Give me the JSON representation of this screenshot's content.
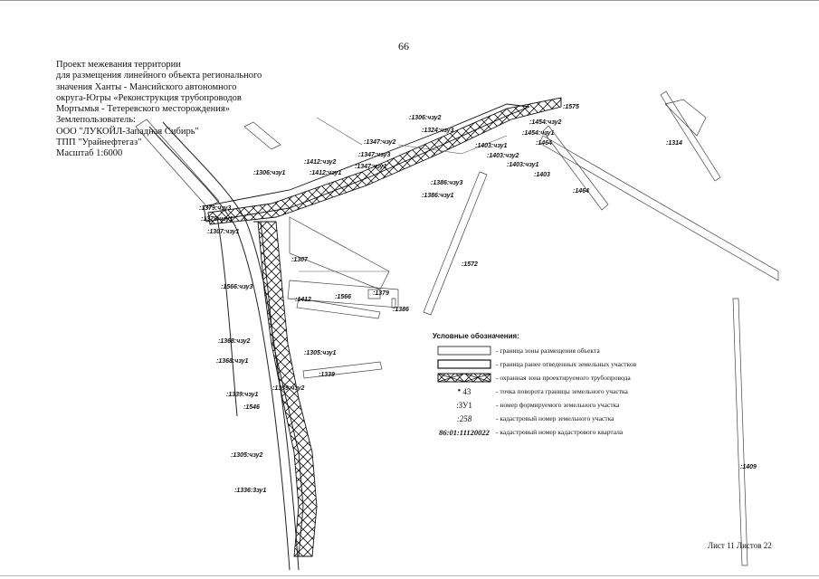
{
  "page_number": "66",
  "header": {
    "lines": [
      "Проект межевания территории",
      "для размещения линейного объекта регионального",
      "значения Ханты - Мансийского автономного",
      "округа-Югры «Реконструкция трубопроводов",
      "Мортымья - Тетеревского месторождения»",
      "Землепользователь:",
      "ООО \"ЛУКОЙЛ-Западная Сибирь\"",
      "ТПП \"Урайнефтегаз\"",
      "Масштаб 1:6000"
    ]
  },
  "map_labels": [
    ":1306:чзу2",
    ":1324:чзу3",
    ":1454:чзу2",
    ":1454:чзу1",
    ":1575",
    ":1464",
    ":1347:чзу2",
    ":1347:чзу3",
    ":1347:чзу1",
    ":1403:чзу1",
    ":1403:чзу2",
    ":1403:чзу1",
    ":1403",
    ":1412:чзу2",
    ":1412:чзу1",
    ":1306:чзу1",
    ":1386:чзу3",
    ":1386:чзу1",
    ":1379:чзу3",
    ":1379:чзу1",
    ":1307:чзу1",
    ":1307",
    ":1572",
    ":1464",
    ":1314",
    ":1566:чзу3",
    ":1566",
    ":1379",
    ":1386",
    ":1412",
    ":1368:чзу2",
    ":1368:чзу1",
    ":1305:чзу1",
    ":1339",
    ":1339:чзу2",
    ":1339:чзу1",
    ":1546",
    ":1305:чзу2",
    ":1336:3зу1",
    ":1409"
  ],
  "legend": {
    "title": "Условные обозначения:",
    "items": [
      {
        "symbol": "",
        "text": "- граница зоны размещения объекта"
      },
      {
        "symbol": "",
        "text": "- граница ранее отведенных земельных участков"
      },
      {
        "symbol": "",
        "text": "- охранная зона проектируемого трубопровода"
      },
      {
        "symbol": "43",
        "text": "- точка поворота границы земельного участка"
      },
      {
        "symbol": ":ЗУ1",
        "text": "- номер формируемого земельного участка"
      },
      {
        "symbol": ":258",
        "text": "- кадастровый номер земельного участка"
      },
      {
        "symbol": "86:01:11120022",
        "text": "- кадастровый номер кадастрового квартала"
      }
    ]
  },
  "sheet_info": "Лист 11 Листов 22"
}
